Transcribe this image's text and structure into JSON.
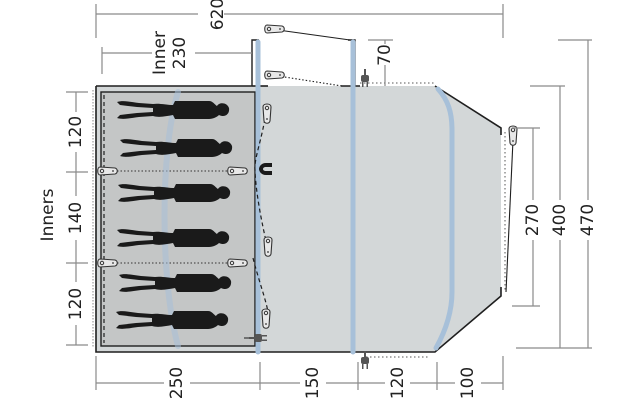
{
  "diagram": {
    "type": "tent-floor-plan",
    "colors": {
      "tent_floor": "#d3d7d8",
      "inner_floor": "#c4c6c6",
      "pole": "#a7c0d9",
      "outline": "#1f1f1f",
      "dimension_line": "#8a8a8a",
      "silhouette": "#1a1a1a"
    },
    "dimensions": {
      "overall_length": "620",
      "inner_label": "Inner",
      "inner_depth": "230",
      "porch_extension": "70",
      "inners_label": "Inners",
      "inner_widths": [
        "120",
        "140",
        "120"
      ],
      "bottom_segments": [
        "250",
        "150",
        "120",
        "100"
      ],
      "right_heights": [
        "270",
        "400",
        "470"
      ]
    },
    "compartments": {
      "inner_rooms": 3,
      "sleepers": 6
    },
    "icons": [
      "peg-icon",
      "power-plug-icon",
      "magnet-icon",
      "person-silhouette-icon"
    ]
  }
}
